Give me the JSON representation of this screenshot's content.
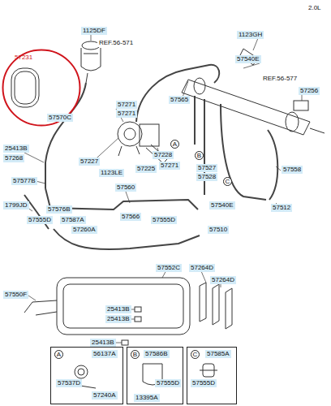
{
  "diagram": {
    "nodes": [
      {
        "text": [
          "57231",
          "57570C"
        ]
      },
      {
        "text": [
          "A",
          "56137A",
          "57537D",
          "57240A"
        ]
      },
      {
        "text": [
          "B",
          "57586B",
          "57555D",
          "13395A"
        ]
      },
      {
        "text": [
          "C",
          "57585A",
          "57555D"
        ]
      }
    ],
    "labels": [
      "2.0L",
      "1125DF",
      "REF.56-571",
      "1123GH",
      "57540E",
      "REF.56-577",
      "57256",
      "57565",
      "57271",
      "57271",
      "25413B",
      "57268",
      "57227",
      "57228",
      "57225",
      "57271",
      "1123LE",
      "A",
      "B",
      "C",
      "57527",
      "57528",
      "57558",
      "57577B",
      "57560",
      "1799JD",
      "57576B",
      "57566",
      "57540E",
      "57512",
      "57555D",
      "57587A",
      "57555D",
      "57260A",
      "57510",
      "57552C",
      "57264D",
      "57264D",
      "57550F",
      "25413B",
      "25413B",
      "25413B"
    ]
  }
}
